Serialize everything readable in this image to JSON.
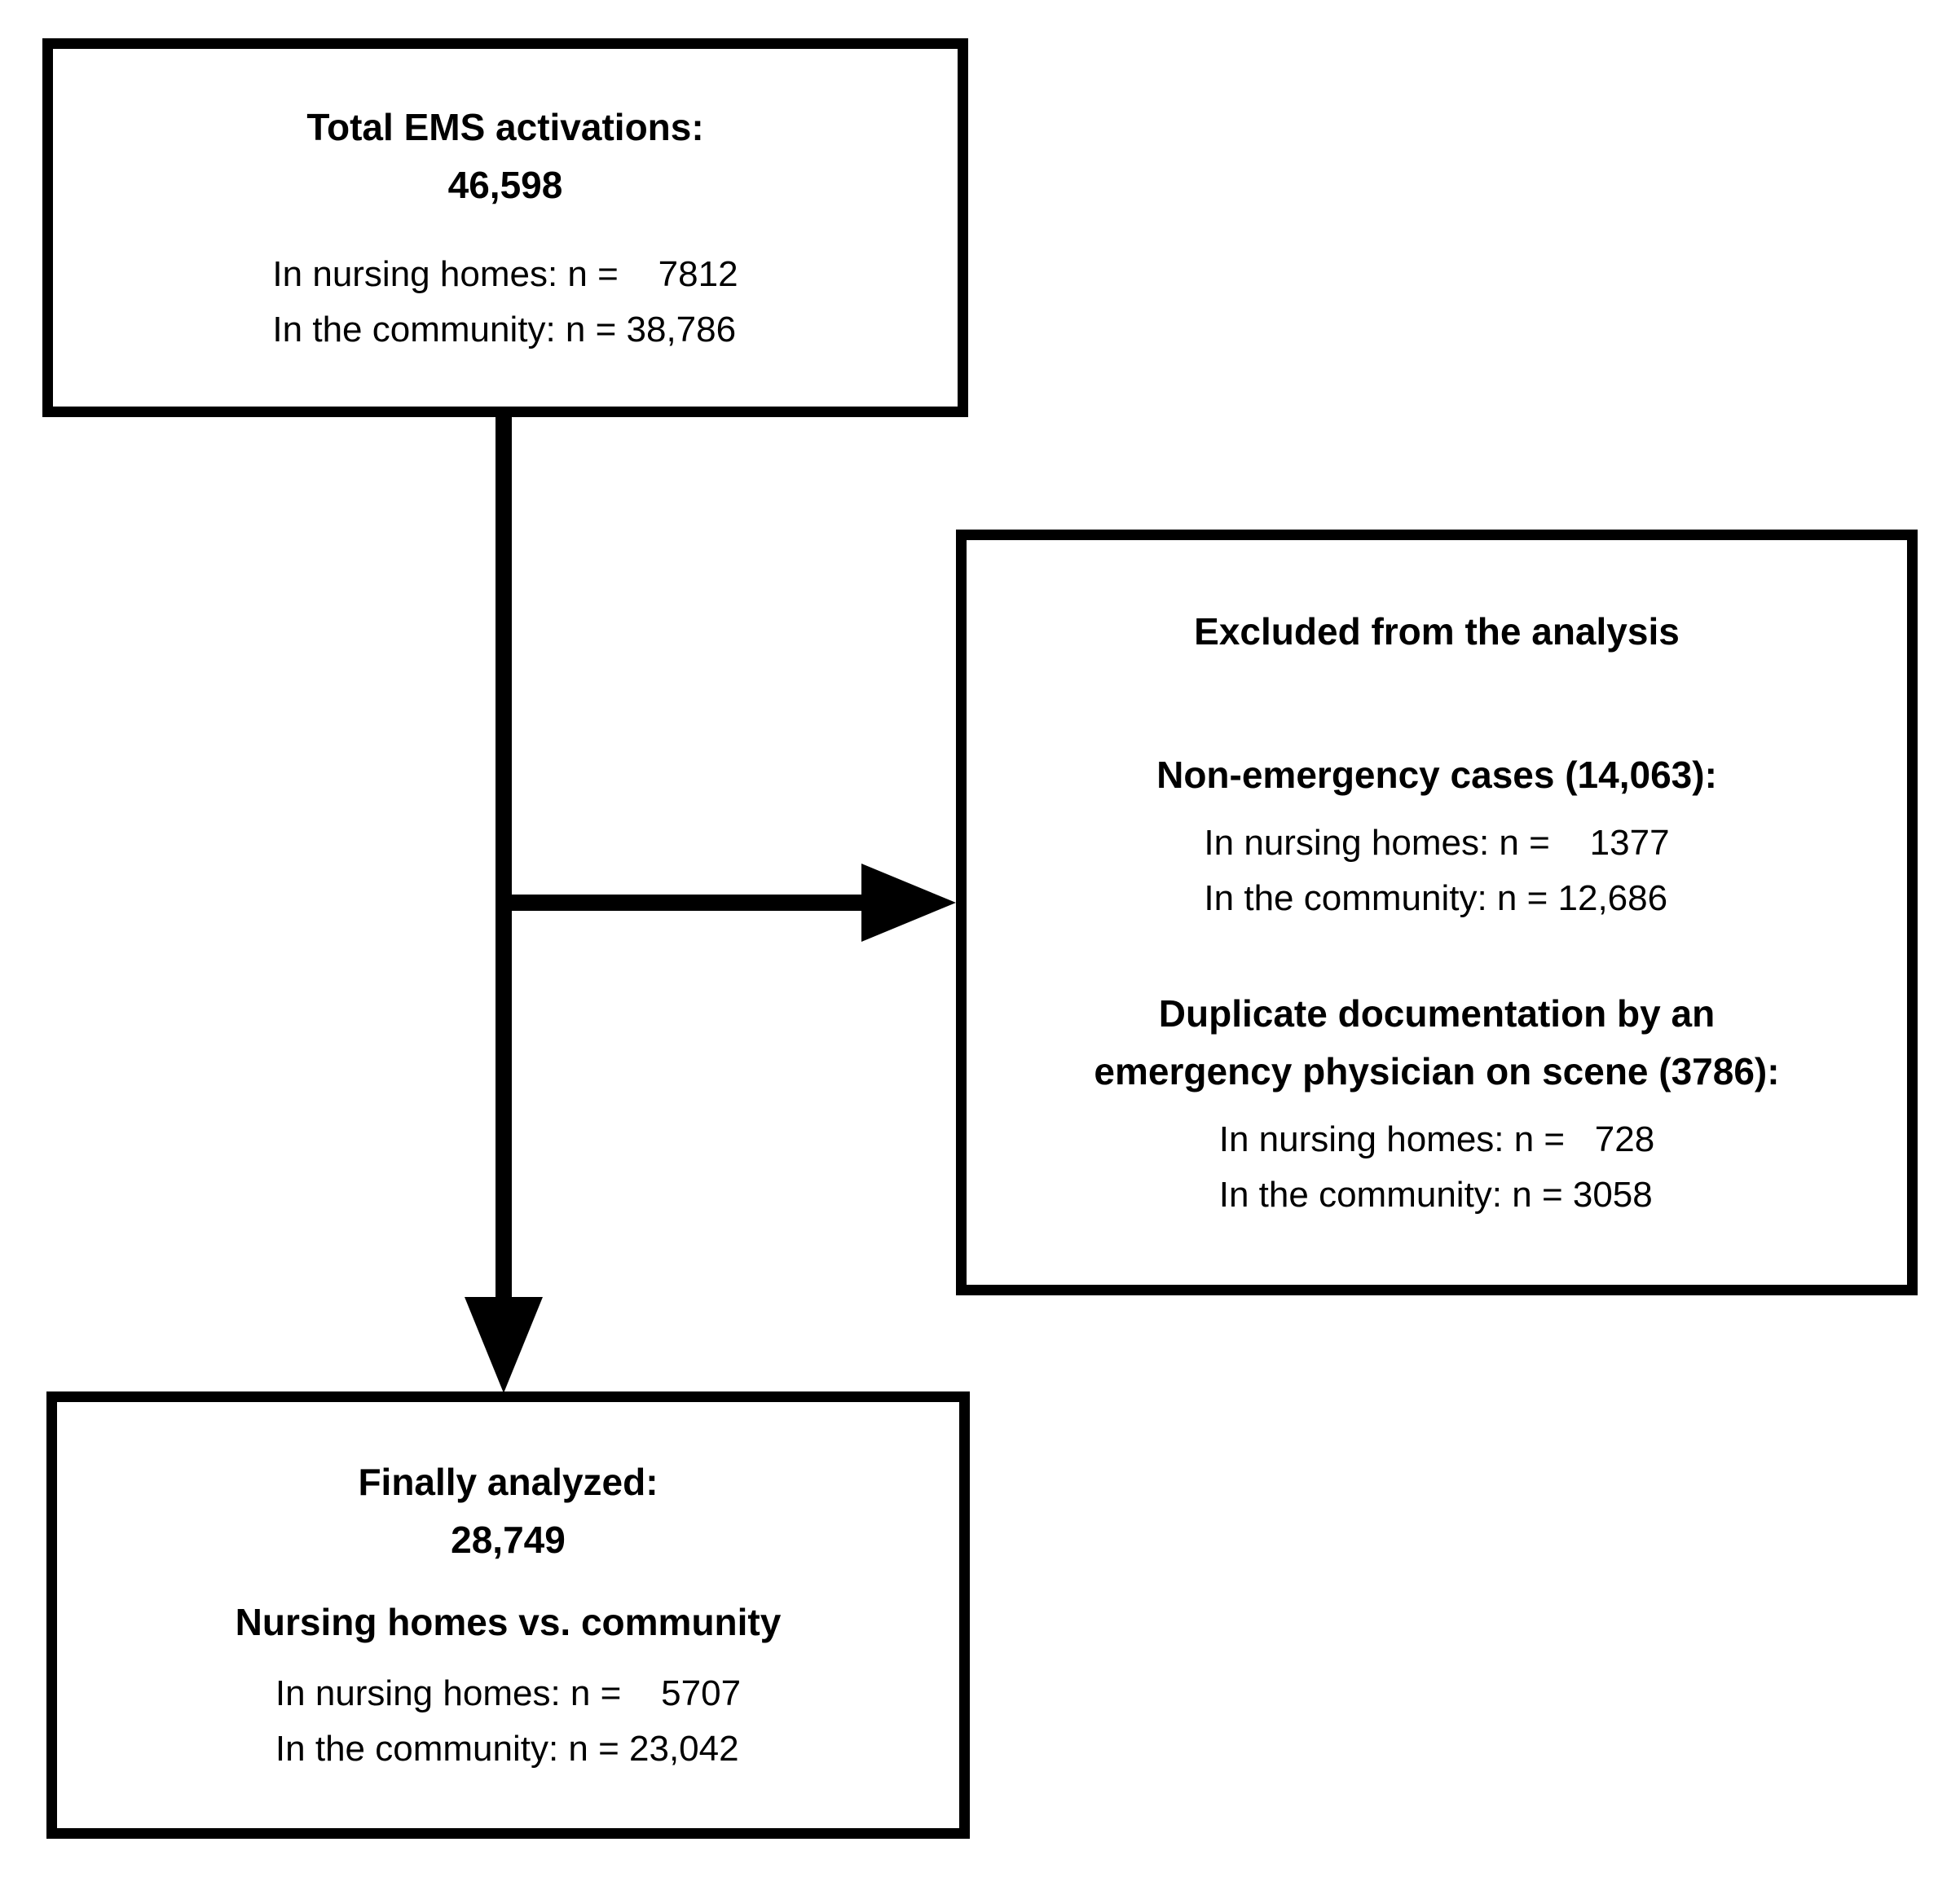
{
  "colors": {
    "background": "#ffffff",
    "border": "#000000",
    "text": "#000000",
    "connector": "#000000"
  },
  "boxes": {
    "total": {
      "title_line1": "Total EMS activations:",
      "title_line2": "46,598",
      "lines": [
        "In nursing homes: n =    7812",
        "In the community: n = 38,786"
      ]
    },
    "excluded": {
      "title": "Excluded from the analysis",
      "sections": [
        {
          "heading_line1": "Non-emergency cases (14,063):",
          "heading_line2": "",
          "lines": [
            "In nursing homes: n =    1377",
            "In the community: n = 12,686"
          ]
        },
        {
          "heading_line1": "Duplicate documentation by an",
          "heading_line2": "emergency physician on scene (3786):",
          "lines": [
            "In nursing homes: n =   728",
            "In the community: n = 3058"
          ]
        }
      ]
    },
    "final": {
      "title_line1": "Finally analyzed:",
      "title_line2": "28,749",
      "subtitle": "Nursing homes vs. community",
      "lines": [
        "In nursing homes: n =    5707",
        "In the community: n = 23,042"
      ]
    }
  }
}
